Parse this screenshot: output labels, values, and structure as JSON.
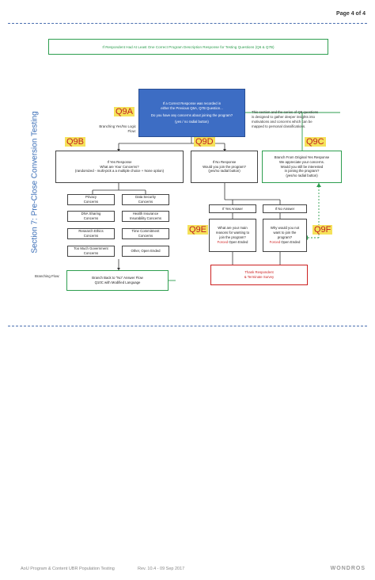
{
  "page": {
    "number": "Page 4 of 4"
  },
  "condition_banner": "If Respondent Had At Least One Correct Program Description Response for Testing Questions (Q6 & Q7B)",
  "section_title": "Section 7: Pre-Close Conversion Testing",
  "q9a": {
    "tag": "Q9A",
    "lines": [
      "If a Correct Response was recorded in",
      "either the Previous Q6A, Q7B Question...",
      "",
      "Do you have any concerns about joining the program?",
      "",
      "(yes / no radial button)"
    ]
  },
  "note_text": [
    "This section and the series of Q8 questions",
    "is designed to gather deeper insights into",
    "motivations and concerns which can be",
    "mapped to personal classifications."
  ],
  "branch_yes_no_label": [
    "Branching Yes/No Logic",
    "Flow:"
  ],
  "q9b": {
    "tag": "Q9B",
    "lines": [
      "If Yes Response",
      "What are Your Concerns?",
      "(randomized - multi-pick a a multiple choice + None option)"
    ]
  },
  "q9d": {
    "tag": "Q9D",
    "lines": [
      "If No Response",
      "Would you join the program?",
      "(yes/no radial button)"
    ]
  },
  "q9c": {
    "tag": "Q9C",
    "lines": [
      "Branch From Original Yes Response",
      "We appreciate your concerns.",
      "Would you still be interested",
      "in joining the program?",
      "(yes/no radial button)"
    ]
  },
  "concerns": [
    [
      "Privacy",
      "Concerns"
    ],
    [
      "Data Security",
      "Concerns"
    ],
    [
      "DNA Sharing",
      "Concerns"
    ],
    [
      "Health Insurance",
      "Insurability Concerns"
    ],
    [
      "Research Ethics",
      "Concerns"
    ],
    [
      "Time Commitment",
      "Concerns"
    ],
    [
      "Too Much Government",
      "Concerns"
    ],
    [
      "Other, Open Ended",
      ""
    ]
  ],
  "if_yes_answer": "If Yes Answer",
  "if_no_answer": "If No Answer",
  "q9e": {
    "tag": "Q9E",
    "lines": [
      "What are your main",
      "reasons for wanting to",
      "join the program?"
    ],
    "forced": "Forced",
    "open": " Open Ended"
  },
  "q9f": {
    "tag": "Q9F",
    "lines": [
      "Why would you not",
      "want to join the",
      "program?"
    ],
    "forced": "Forced",
    "open": " Open Ended"
  },
  "branching_flow_label": "Branching Flow:",
  "branch_back": [
    "Branch Back to \"No\" Answer Flow",
    "Q10C with Modified Language"
  ],
  "terminate": [
    "Thank Respondent",
    "& Terminate Survey"
  ],
  "footer": {
    "left": "AoU Program & Content UBR Population Testing",
    "rev": "Rev. 10.4  -  09 Sep 2017",
    "brand": "WONDROS"
  },
  "colors": {
    "blue": "#3d6dc4",
    "green": "#2e9e4f",
    "red": "#cc2020",
    "tag_bg": "#f5e25a",
    "tag_text": "#c02020"
  }
}
